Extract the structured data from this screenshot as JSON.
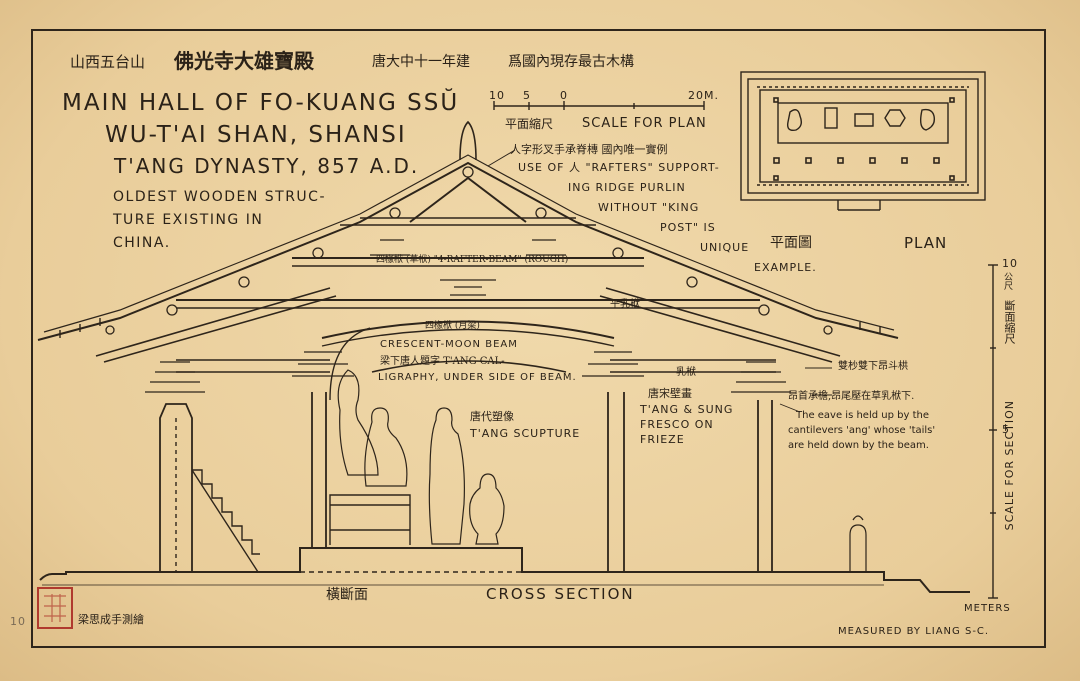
{
  "header": {
    "chinese_title_prefix": "山西五台山",
    "chinese_title_main": "佛光寺大雄寶殿",
    "chinese_date": "唐大中十一年建",
    "chinese_note": "爲國內現存最古木構"
  },
  "title": {
    "line1": "MAIN HALL OF FO-KUANG SSŬ",
    "line2": "WU-T'AI SHAN, SHANSI",
    "line3": "T'ANG DYNASTY, 857 A.D.",
    "sub1": "OLDEST WOODEN STRUC-",
    "sub2": "TURE EXISTING IN",
    "sub3": "CHINA."
  },
  "plan_scale": {
    "ticks": [
      "10",
      "5",
      "0",
      "20M."
    ],
    "cn_label": "平面縮尺",
    "en_label": "SCALE FOR PLAN"
  },
  "annotations": {
    "rafters_cn": "人字形叉手承脊槫 國內唯一實例",
    "rafters_en1": "USE OF 人 \"RAFTERS\" SUPPORT-",
    "rafters_en2": "ING RIDGE PURLIN",
    "rafters_en3": "WITHOUT \"KING",
    "rafters_en4": "POST\" IS",
    "rafters_en5": "UNIQUE",
    "rafters_en6": "EXAMPLE.",
    "four_rafter_beam": "四椽栿 (草栿) \"4-RAFTER-BEAM\" (ROUGH)",
    "four_rafter_beam_yueliang": "四椽栿 (月梁)",
    "crescent1": "CRESCENT-MOON BEAM",
    "crescent2": "梁下唐人題字 T'ANG CAL-",
    "crescent3": "LIGRAPHY, UNDER SIDE OF BEAM.",
    "tang_sculpture_cn": "唐代塑像",
    "tang_sculpture_en": "T'ANG SCUPTURE",
    "fresco_cn": "唐宋壁畫",
    "fresco1": "T'ANG & SUNG",
    "fresco2": "FRESCO ON",
    "fresco3": "FRIEZE",
    "rubeam_top": "平乳栿",
    "rubeam_low": "乳栿",
    "bracket_cn": "雙杪雙下昂斗栱",
    "eave_cn": "昂首承檐,昂尾壓在草乳栿下.",
    "eave1": "The eave is held up by the",
    "eave2": "cantilevers 'ang' whose 'tails'",
    "eave3": "are held down by the beam."
  },
  "plan": {
    "en": "PLAN",
    "cn": "平面圖"
  },
  "section": {
    "cn": "橫斷面",
    "en": "CROSS SECTION"
  },
  "section_scale": {
    "tick_top": "10",
    "tick_top_unit": "公尺",
    "cn_label": "斷面縮尺",
    "tick_mid": "5",
    "en_label": "SCALE FOR SECTION",
    "unit": "METERS"
  },
  "footer": {
    "measured": "MEASURED BY LIANG S-C.",
    "cn_credit": "梁思成手測繪",
    "page_num": "10"
  },
  "colors": {
    "paper": "#ecd3a4",
    "ink": "#2b2218",
    "border": "#3a2c1f",
    "seal": "#b03a2e"
  }
}
